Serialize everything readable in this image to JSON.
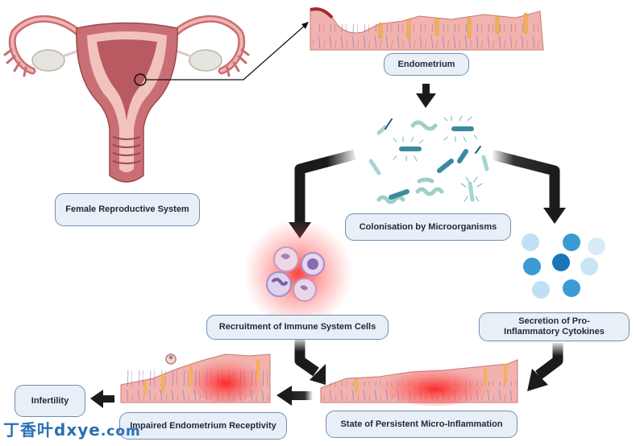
{
  "labels": {
    "endometrium": "Endometrium",
    "female_reproductive_system": "Female Reproductive System",
    "colonisation": "Colonisation by Microorganisms",
    "recruitment": "Recruitment of Immune System Cells",
    "secretion": "Secretion of Pro-Inflammatory Cytokines",
    "persistent_inflammation": "State of Persistent Micro-Inflammation",
    "impaired_receptivity": "Impaired Endometrium Receptivity",
    "infertility": "Infertility"
  },
  "watermark": {
    "cn": "丁香叶",
    "domain": "dxye",
    "tld": ".com"
  },
  "colors": {
    "label_fill": "#e9eff7",
    "label_border": "#6f8fb3",
    "arrow": "#1b1b1b",
    "tissue": "#f2b2ae",
    "inflammation": "#ff2a2a",
    "cytokine": "#2e8fc9",
    "bacteria": "#3f8fa6"
  }
}
